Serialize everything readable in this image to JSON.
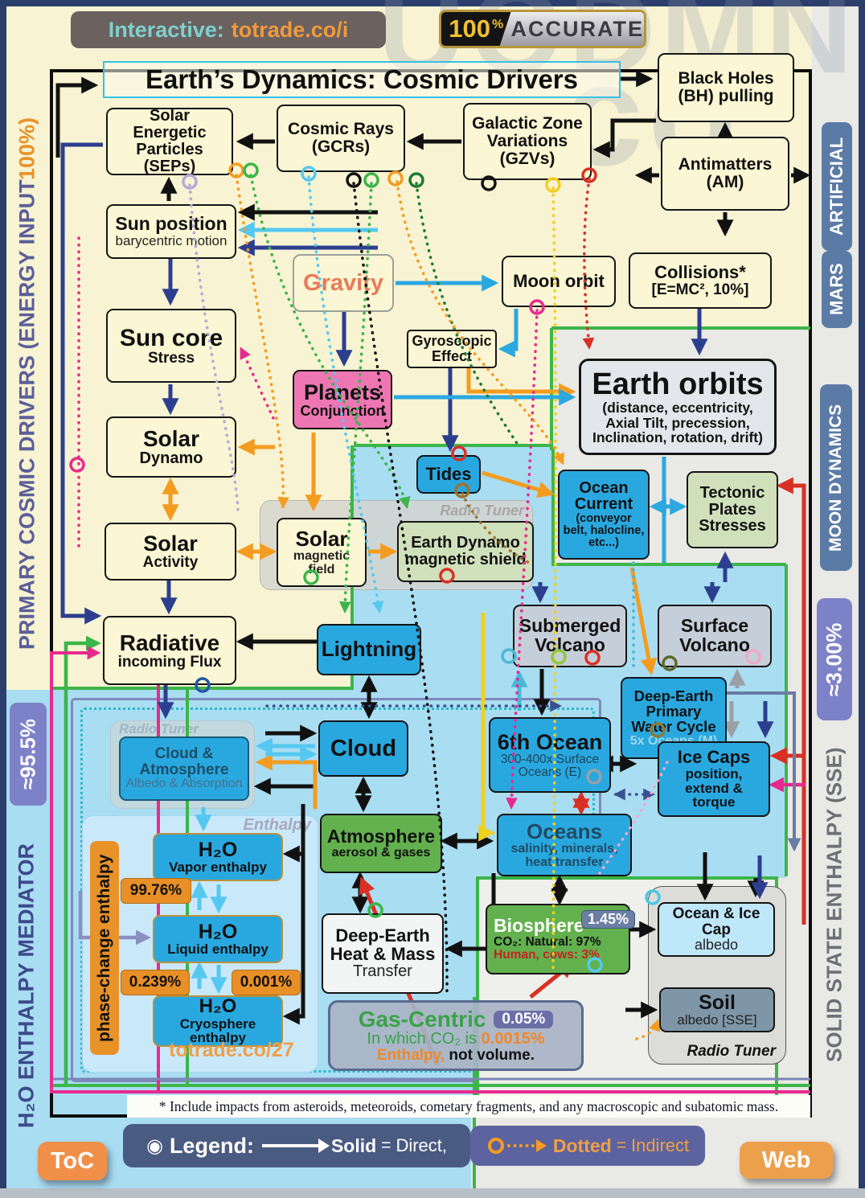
{
  "colors": {
    "accent_orange": "#f49c20",
    "node_blue": "#29a8e0",
    "node_green": "#62b14e",
    "node_cream": "#fbf6d3",
    "magenta": "#e82a8e",
    "green_border": "#3cb54a",
    "navy": "#2c3f8f",
    "red": "#d93025",
    "purple_badge": "#7d82c8",
    "slate_badge": "#5b7ba6"
  },
  "header": {
    "interactive_label": "Interactive:",
    "interactive_url": "totrade.co/i",
    "acc_num": "100",
    "acc_pct": "%",
    "acc_word": "ACCURATE",
    "title": "Earth’s Dynamics: Cosmic Drivers"
  },
  "watermark": {
    "w1": "UODMN",
    "w2": "co"
  },
  "side": {
    "primary": "PRIMARY COSMIC DRIVERS (ENERGY INPUT ",
    "primary_pct": "100%)",
    "p955": "≈95.5%",
    "h2o": "H₂O ENTHALPY MEDIATOR",
    "artificial": "ARTIFICIAL",
    "mars": "MARS",
    "moon": "MOON DYNAMICS",
    "p300": "≈3.00%",
    "sse": "SOLID STATE  ENTHALPY (SSE)"
  },
  "containers": {
    "radio_tuner": "Radio Tuner",
    "enthalpy": "Enthalpy"
  },
  "nodes": {
    "seps": {
      "title": "Solar Energetic Particles (SEPs)"
    },
    "cosmic": {
      "title": "Cosmic Rays (GCRs)"
    },
    "gzv": {
      "title": "Galactic Zone Variations (GZVs)"
    },
    "bh": {
      "title": "Black Holes (BH) pulling"
    },
    "am": {
      "title": "Antimatters (AM)"
    },
    "sunpos": {
      "title": "Sun position",
      "sub": "barycentric motion"
    },
    "gravity": {
      "title": "Gravity"
    },
    "moon": {
      "title": "Moon orbit"
    },
    "collisions": {
      "title": "Collisions*",
      "sub": "[E=MC², 10%]"
    },
    "suncore": {
      "title": "Sun core",
      "sub": "Stress"
    },
    "gyro": {
      "title": "Gyroscopic Effect"
    },
    "planets": {
      "title": "Planets",
      "sub": "Conjunction"
    },
    "orbits": {
      "title": "Earth orbits",
      "sub": "(distance, eccentricity, Axial Tilt, precession, Inclination, rotation, drift)"
    },
    "dynamo": {
      "title": "Solar",
      "sub": "Dynamo"
    },
    "tides": {
      "title": "Tides"
    },
    "current": {
      "title": "Ocean Current",
      "sub": "(conveyor belt, halocline, etc...)"
    },
    "tectonic": {
      "title": "Tectonic Plates Stresses"
    },
    "activity": {
      "title": "Solar",
      "sub": "Activity"
    },
    "solmag": {
      "title": "Solar",
      "sub": "magnetic field"
    },
    "dynshield": {
      "title": "Earth Dynamo magnetic shield"
    },
    "radiative": {
      "title": "Radiative",
      "sub": "incoming Flux"
    },
    "lightning": {
      "title": "Lightning"
    },
    "subvolcano": {
      "title": "Submerged Volcano"
    },
    "surfvolcano": {
      "title": "Surface Volcano"
    },
    "watercycle": {
      "title": "Deep-Earth Primary Water Cycle",
      "sub": "5x Oceans (M)"
    },
    "sixth": {
      "title": "6th Ocean",
      "sub": "300-400x Surface Oceans (E)"
    },
    "icecaps": {
      "title": "Ice Caps",
      "sub": "position, extend & torque"
    },
    "cloudatm": {
      "title": "Cloud & Atmosphere",
      "sub": "Albedo & Absorption"
    },
    "cloud": {
      "title": "Cloud"
    },
    "atmosphere": {
      "title": "Atmosphere",
      "sub": "aerosol & gases"
    },
    "oceans": {
      "title": "Oceans",
      "sub": "salinity, minerals, heat transfer"
    },
    "vapor": {
      "title": "H₂O",
      "sub": "Vapor enthalpy"
    },
    "liquid": {
      "title": "H₂O",
      "sub": "Liquid enthalpy"
    },
    "cryo": {
      "title": "H₂O",
      "sub": "Cryosphere enthalpy"
    },
    "deepheat": {
      "l1": "Deep-Earth",
      "l2": "Heat & Mass",
      "l3": "Transfer"
    },
    "biosphere": {
      "title": "Biosphere",
      "badge": "1.45%",
      "co2": "CO₂: Natural: 97%",
      "human": "Human, cows: 3%"
    },
    "albedo": {
      "title": "Ocean & Ice Cap",
      "sub": "albedo"
    },
    "soil": {
      "title": "Soil",
      "sub": "albedo [SSE]"
    },
    "gas": {
      "title": "Gas-Centric",
      "badge": "0.05%",
      "l2a": "In which CO₂ is ",
      "l2b": "0.0015%",
      "l3a": "Enthalpy,",
      "l3b": " not volume."
    }
  },
  "enthalpy_badges": {
    "vapor_liquid": "99.76%",
    "liquid_cryo_fwd": "0.239%",
    "liquid_cryo_rev": "0.001%",
    "site": "totrade.co/27",
    "phase_bar": "phase-change enthalpy"
  },
  "footnote": "* Include impacts from asteroids, meteoroids, cometary fragments, and any macroscopic and subatomic mass.",
  "legend": {
    "bullet": "◉",
    "label": "Legend:",
    "solid": "Solid",
    "eq": "=",
    "direct": "Direct,",
    "dotted": "Dotted",
    "eq2": "=",
    "indirect": "Indirect"
  },
  "buttons": {
    "toc": "ToC",
    "web": "Web"
  }
}
